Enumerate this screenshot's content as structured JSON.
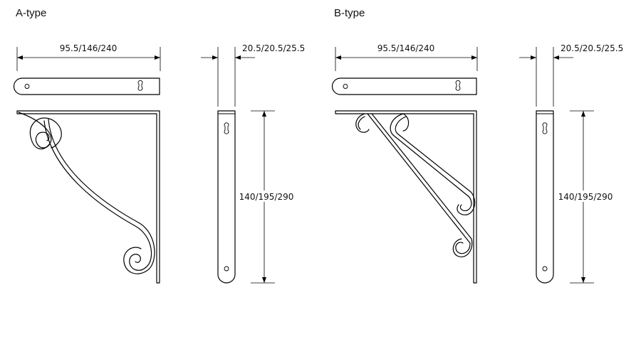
{
  "a_type": {
    "title": "A-type",
    "length_label": "95.5/146/240",
    "width_label": "20.5/20.5/25.5",
    "height_label": "140/195/290"
  },
  "b_type": {
    "title": "B-type",
    "length_label": "95.5/146/240",
    "width_label": "20.5/20.5/25.5",
    "height_label": "140/195/290"
  }
}
